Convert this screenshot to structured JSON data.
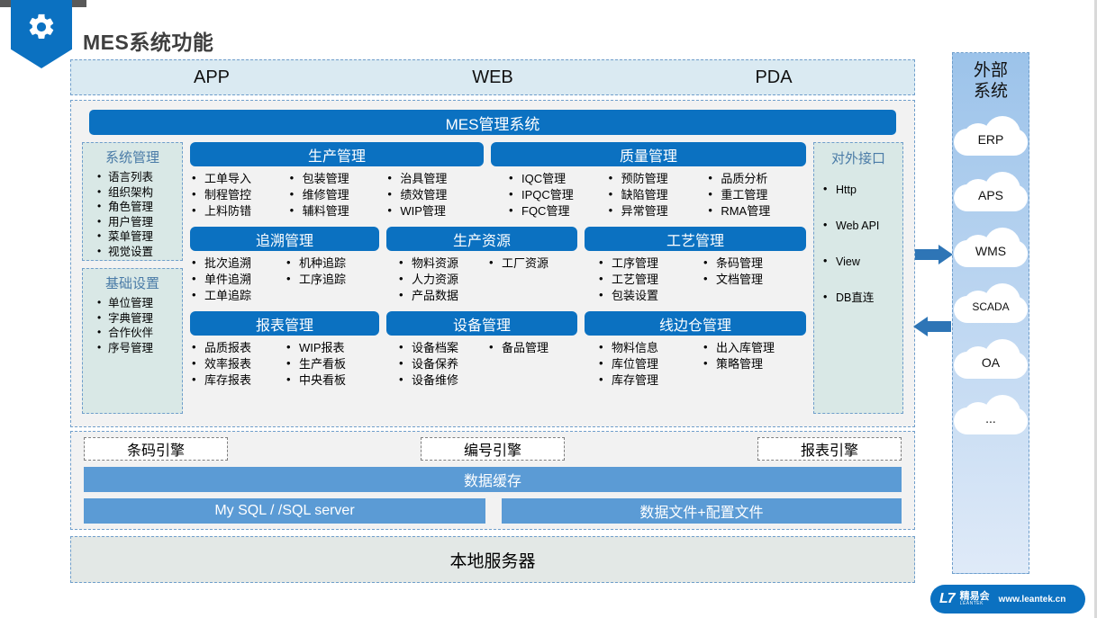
{
  "header": {
    "title": "MES系统功能",
    "icon": "gear-icon"
  },
  "channels": [
    "APP",
    "WEB",
    "PDA"
  ],
  "mes_bar": "MES管理系统",
  "left_panels": [
    {
      "title": "系统管理",
      "items": [
        "语言列表",
        "组织架构",
        "角色管理",
        "用户管理",
        "菜单管理",
        "视觉设置"
      ]
    },
    {
      "title": "基础设置",
      "items": [
        "单位管理",
        "字典管理",
        "合作伙伴",
        "序号管理"
      ]
    }
  ],
  "modules": [
    {
      "title": "生产管理",
      "columns": [
        [
          "工单导入",
          "制程管控",
          "上料防错"
        ],
        [
          "包装管理",
          "维修管理",
          "辅料管理"
        ],
        [
          "治具管理",
          "绩效管理",
          "WIP管理"
        ]
      ]
    },
    {
      "title": "质量管理",
      "columns": [
        [
          "IQC管理",
          "IPQC管理",
          "FQC管理"
        ],
        [
          "预防管理",
          "缺陷管理",
          "异常管理"
        ],
        [
          "品质分析",
          "重工管理",
          "RMA管理"
        ]
      ]
    },
    {
      "title": "追溯管理",
      "columns": [
        [
          "批次追溯",
          "单件追溯",
          "工单追踪"
        ],
        [
          "机种追踪",
          "工序追踪"
        ]
      ]
    },
    {
      "title": "生产资源",
      "columns": [
        [
          "物料资源",
          "人力资源",
          "产品数据"
        ],
        [
          "工厂资源"
        ]
      ]
    },
    {
      "title": "工艺管理",
      "columns": [
        [
          "工序管理",
          "工艺管理",
          "包装设置"
        ],
        [
          "条码管理",
          "文档管理"
        ]
      ]
    },
    {
      "title": "报表管理",
      "columns": [
        [
          "品质报表",
          "效率报表",
          "库存报表"
        ],
        [
          "WIP报表",
          "生产看板",
          "中央看板"
        ]
      ]
    },
    {
      "title": "设备管理",
      "columns": [
        [
          "设备档案",
          "设备保养",
          "设备维修"
        ],
        [
          "备品管理"
        ]
      ]
    },
    {
      "title": "线边仓管理",
      "columns": [
        [
          "物料信息",
          "库位管理",
          "库存管理"
        ],
        [
          "出入库管理",
          "策略管理"
        ]
      ]
    }
  ],
  "interface_panel": {
    "title": "对外接口",
    "items": [
      "Http",
      "Web API",
      "View",
      "DB直连"
    ]
  },
  "engines": [
    "条码引擎",
    "编号引擎",
    "报表引擎"
  ],
  "cache_bar": "数据缓存",
  "databases": [
    "My SQL / /SQL server",
    "数据文件+配置文件"
  ],
  "server_bar": "本地服务器",
  "external": {
    "title_line1": "外部",
    "title_line2": "系统",
    "clouds": [
      "ERP",
      "APS",
      "WMS",
      "SCADA",
      "OA",
      "..."
    ]
  },
  "arrows": [
    {
      "name": "arrow-right-to-external",
      "direction": "right"
    },
    {
      "name": "arrow-left-from-external",
      "direction": "left"
    }
  ],
  "footer_logo": {
    "mark": "L7",
    "cn": "精易会",
    "en": "LEANTEK",
    "url": "www.leantek.cn"
  },
  "colors": {
    "brand_blue": "#0b71c1",
    "bar_blue": "#5b9bd5",
    "channel_bg": "#daeaf2",
    "panel_bg": "#f2f2f2",
    "teal_bg": "#d9e8e6",
    "dash_border": "#6f9ecb"
  }
}
